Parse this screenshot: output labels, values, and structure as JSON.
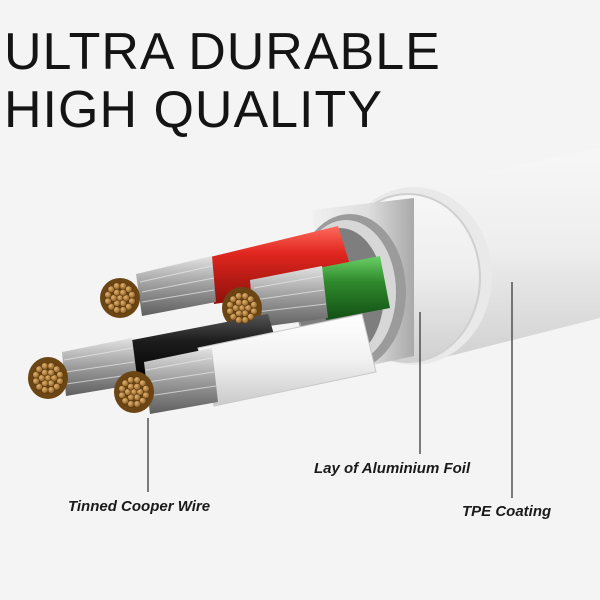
{
  "headline": {
    "line1": "ULTRA DURABLE",
    "line2": "HIGH QUALITY"
  },
  "callouts": {
    "wire": "Tinned Cooper Wire",
    "foil": "Lay of Aluminium Foil",
    "coating": "TPE Coating"
  },
  "colors": {
    "background": "#f4f4f4",
    "text": "#1a1a1a",
    "red_wire": "#d5261f",
    "green_wire": "#2f8a2c",
    "black_wire": "#151515",
    "white_wire": "#f3f3f3",
    "copper": "#b07d3e",
    "silver_strands": "#b8b8b8"
  }
}
